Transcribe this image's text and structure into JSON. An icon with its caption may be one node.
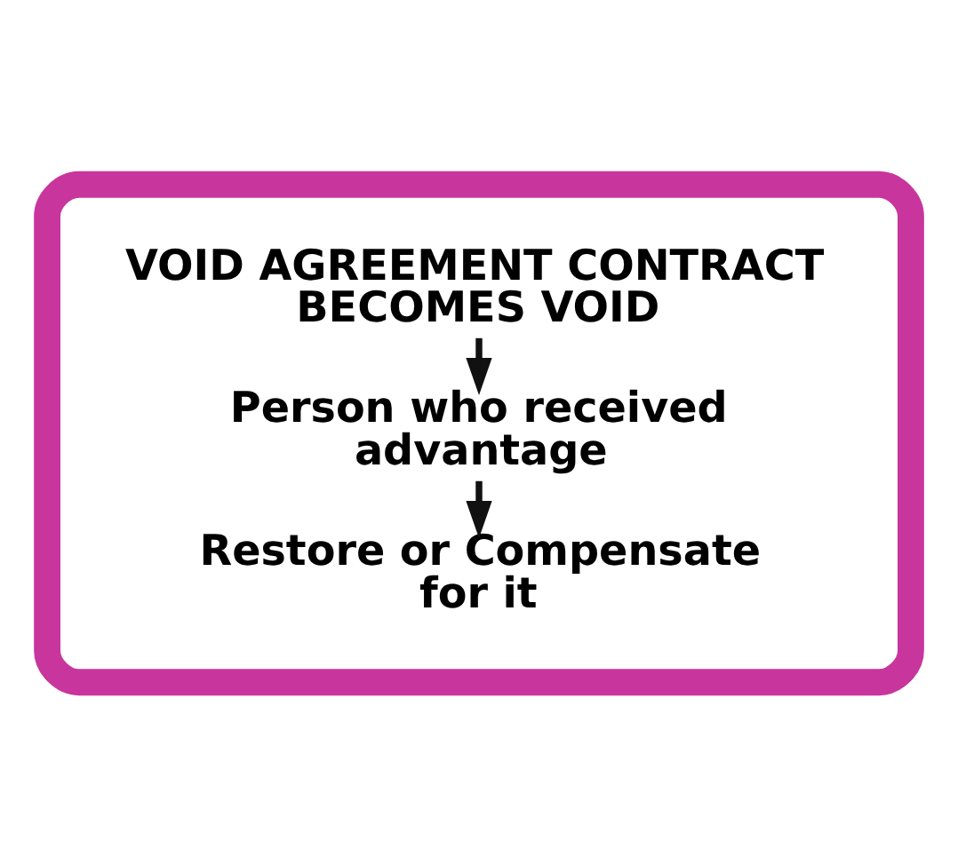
{
  "diagram": {
    "nodes": [
      {
        "text": [],
        "shape": "box"
      },
      {
        "text": [
          "VOID AGREEMENT CONTRACT BECOMES VOID"
        ],
        "in": 0
      },
      {
        "text": [
          "Person who received advantage"
        ],
        "in": 0
      },
      {
        "text": [
          "Restore or Compensate for it"
        ],
        "in": 0
      }
    ],
    "edges": [
      {
        "from": 1,
        "to": 2,
        "arrow": "to"
      },
      {
        "from": 2,
        "to": 3,
        "arrow": "to"
      }
    ]
  }
}
